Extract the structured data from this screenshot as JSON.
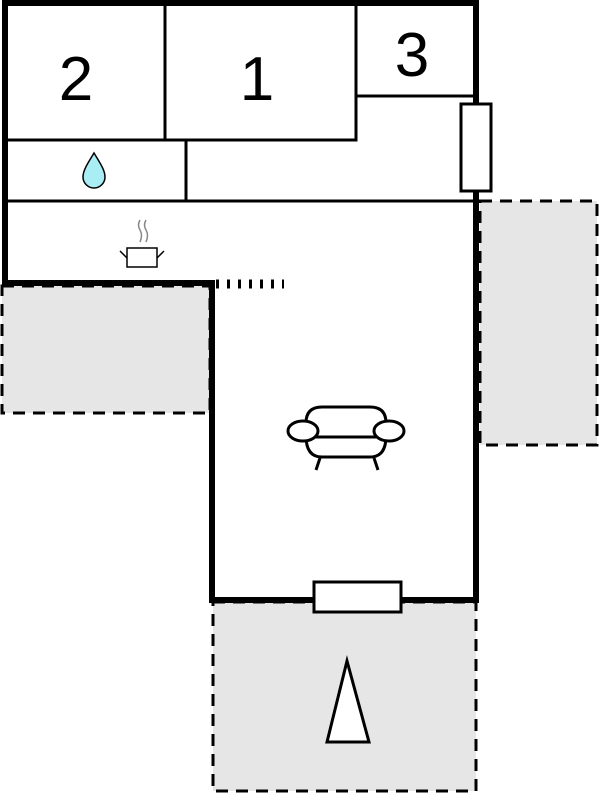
{
  "floorplan": {
    "rooms": [
      {
        "id": "bedroom-2",
        "label": "2"
      },
      {
        "id": "bedroom-1",
        "label": "1"
      },
      {
        "id": "bedroom-3",
        "label": "3"
      }
    ],
    "icons": [
      "water-drop-icon",
      "cooking-pot-icon",
      "sofa-icon",
      "compass-north-icon"
    ],
    "colors": {
      "wall": "#000000",
      "terrace": "#e6e6e6",
      "water": "#aaeef5"
    }
  }
}
